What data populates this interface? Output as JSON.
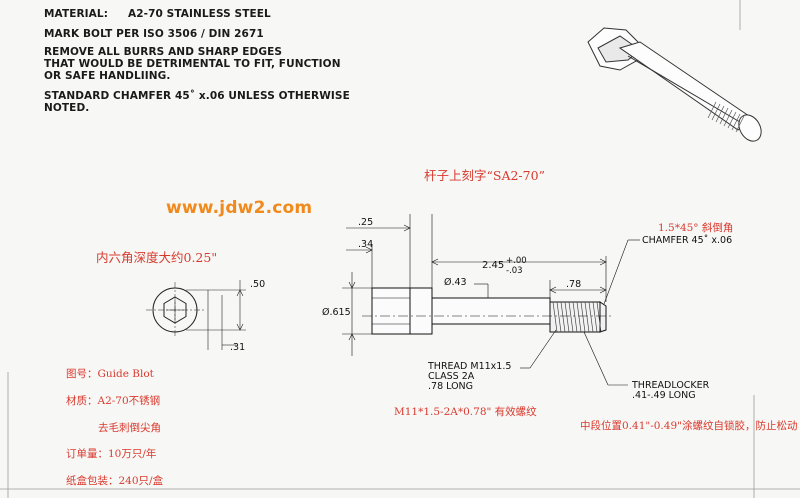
{
  "notes": {
    "material_label": "MATERIAL:",
    "material_value": "A2-70 STAINLESS STEEL",
    "mark": "MARK BOLT PER ISO 3506 / DIN 2671",
    "burrs_line1": "REMOVE ALL BURRS AND SHARP EDGES",
    "burrs_line2": "THAT WOULD BE DETRIMENTAL TO FIT, FUNCTION",
    "burrs_line3": "OR SAFE HANDLIING.",
    "chamfer_line1": "STANDARD CHAMFER 45˚ x.06 UNLESS OTHERWISE",
    "chamfer_line2": "NOTED."
  },
  "watermark": "www.jdw2.com",
  "red_notes": {
    "shaft_mark": "杆子上刻字“SA2-70”",
    "hex_depth": "内六角深度大约0.25\"",
    "chamfer_cn": "1.5*45° 斜倒角",
    "thread_cn": "M11*1.5-2A*0.78\" 有效螺纹",
    "locker_cn": "中段位置0.41\"-0.49\"涂螺纹自锁胶，防止松动",
    "drawing_no": "图号：Guide Blot",
    "material_cn": "材质：A2-70不锈钢",
    "deburr_cn": "去毛刺倒尖角",
    "order_qty": "订单量：10万只/年",
    "packing": "纸盒包装：240只/盒"
  },
  "dimensions": {
    "head_len": ".25",
    "head_offset": ".34",
    "head_dia": "Ø.615",
    "shank_dia": "Ø.43",
    "length": "2.45",
    "length_tol_upper": "+.00",
    "length_tol_lower": "-.03",
    "thread_len": ".78",
    "chamfer": "CHAMFER 45˚ x.06",
    "hex_size": ".50",
    "hex_depth": ".31",
    "thread_spec1": "THREAD M11x1.5",
    "thread_spec2": "CLASS 2A",
    "thread_spec3": ".78 LONG",
    "locker1": "THREADLOCKER",
    "locker2": ".41-.49 LONG"
  }
}
